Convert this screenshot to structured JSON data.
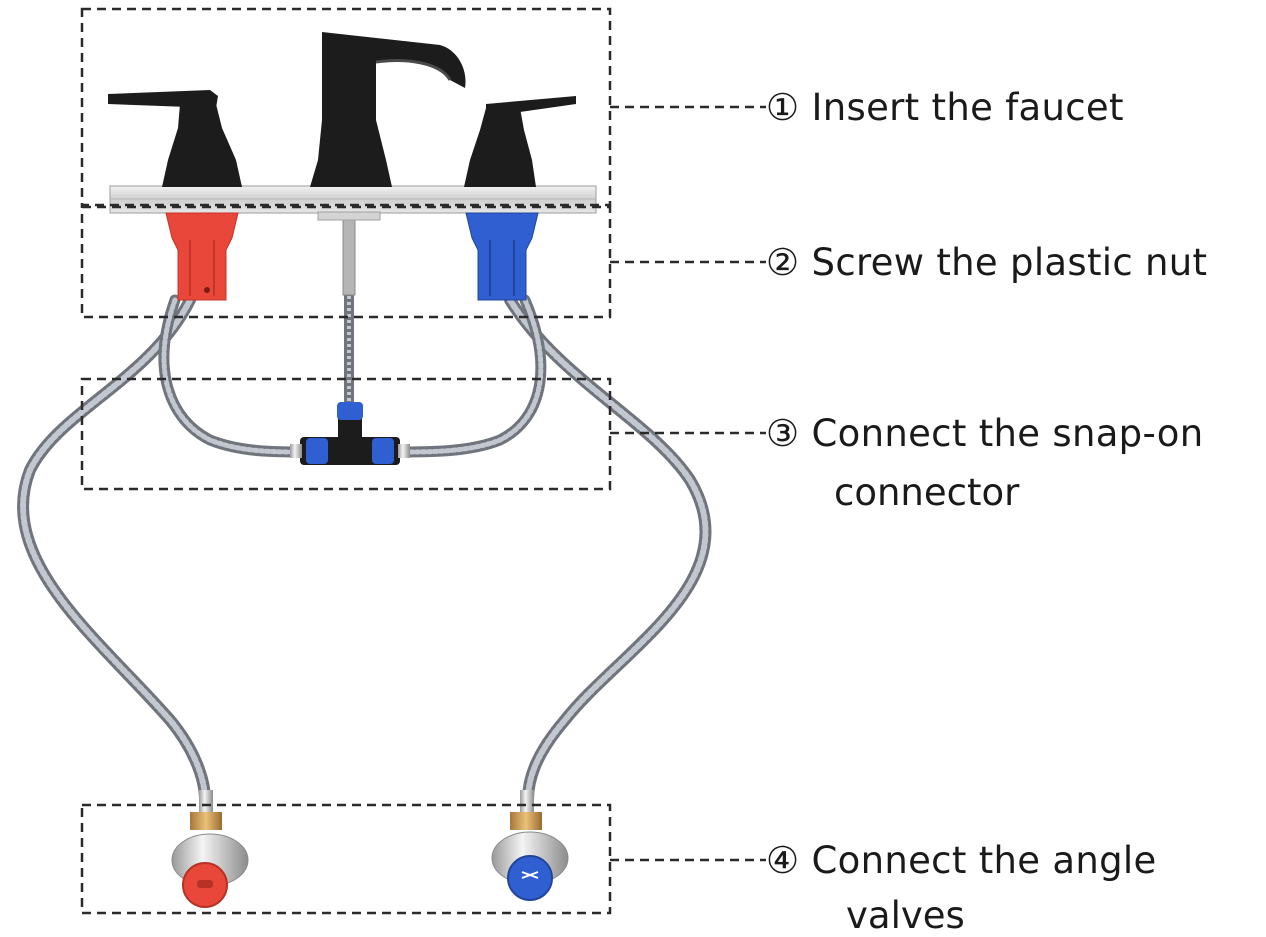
{
  "steps": [
    {
      "number": "①",
      "text": "Insert the faucet"
    },
    {
      "number": "②",
      "text": "Screw the plastic nut"
    },
    {
      "number": "③",
      "text": "Connect the snap-on",
      "continuation": "connector"
    },
    {
      "number": "④",
      "text": "Connect the angle",
      "continuation": "valves"
    }
  ],
  "colors": {
    "hot": "#e8473a",
    "cold": "#2f5fd0",
    "faucet": "#1c1c1c",
    "hose": "#8a8f99",
    "deck": "#d9d9d9"
  }
}
